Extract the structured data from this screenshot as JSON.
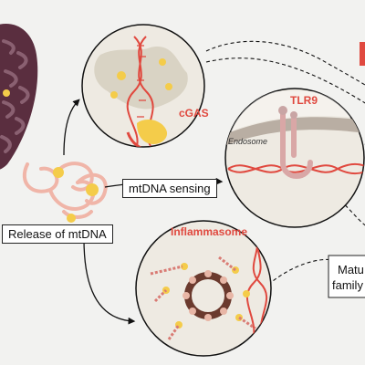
{
  "labels": {
    "cgas": "cGAS",
    "tlr9": "TLR9",
    "endosome": "Endosome",
    "mtdna_sensing": "mtDNA sensing",
    "release": "Release of mtDNA",
    "inflammasome": "Inflammasome",
    "matu": "Matu",
    "family": "family"
  },
  "colors": {
    "background": "#f2f2f0",
    "dna_red": "#e0493f",
    "dna_pink": "#f0b5a8",
    "yellow_protein": "#f4cc4a",
    "mitochondria": "#5a2e3f",
    "mito_cristae": "#8a6071",
    "endosome_fill": "#b9aea3",
    "tlr9_color": "#d9a7a6",
    "ring_brown": "#6b3a2e"
  }
}
